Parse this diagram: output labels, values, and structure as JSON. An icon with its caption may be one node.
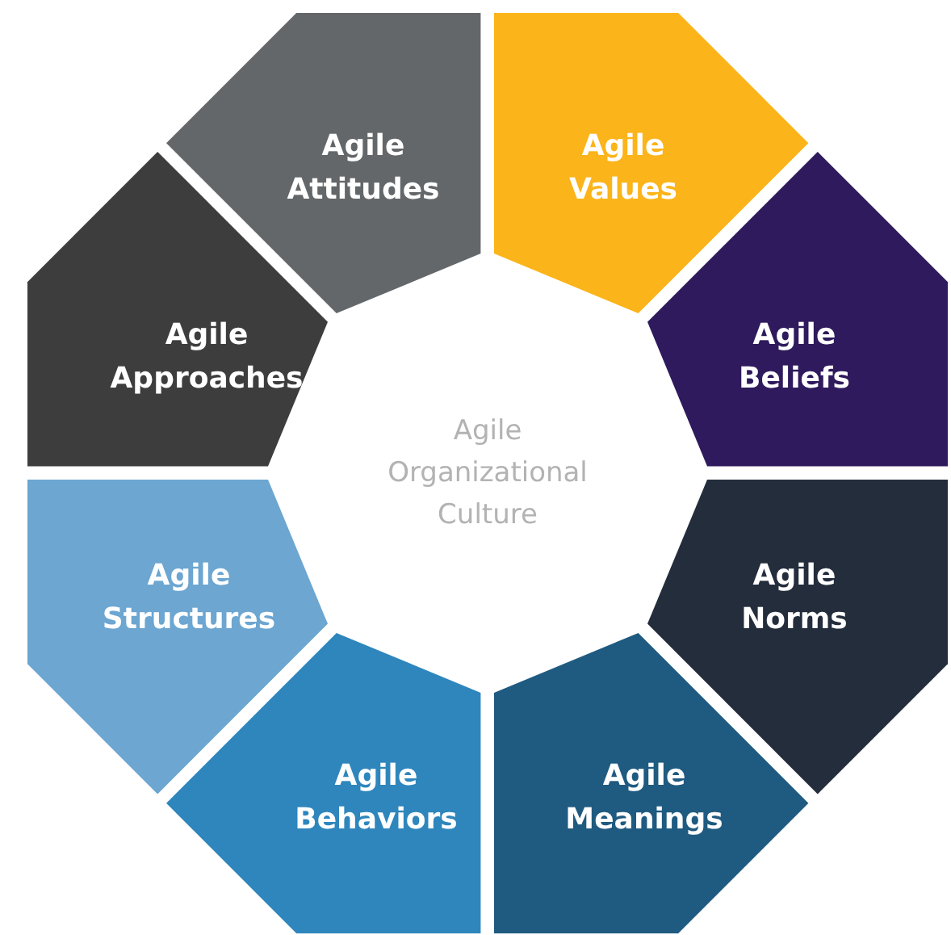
{
  "diagram": {
    "nodes": [
      {
        "text": [
          "Agile Attitudes"
        ]
      },
      {
        "text": [
          "Agile Values"
        ]
      },
      {
        "text": [
          "Agile Approaches"
        ]
      },
      {
        "text": [
          "Agile Beliefs"
        ]
      },
      {
        "text": [
          "Agile Structures"
        ]
      },
      {
        "text": [
          "Agile Norms"
        ]
      },
      {
        "text": [
          "Agile Behaviors"
        ]
      },
      {
        "text": [
          "Agile Meanings"
        ]
      }
    ],
    "labels": [
      "Agile Organizational Culture"
    ]
  }
}
